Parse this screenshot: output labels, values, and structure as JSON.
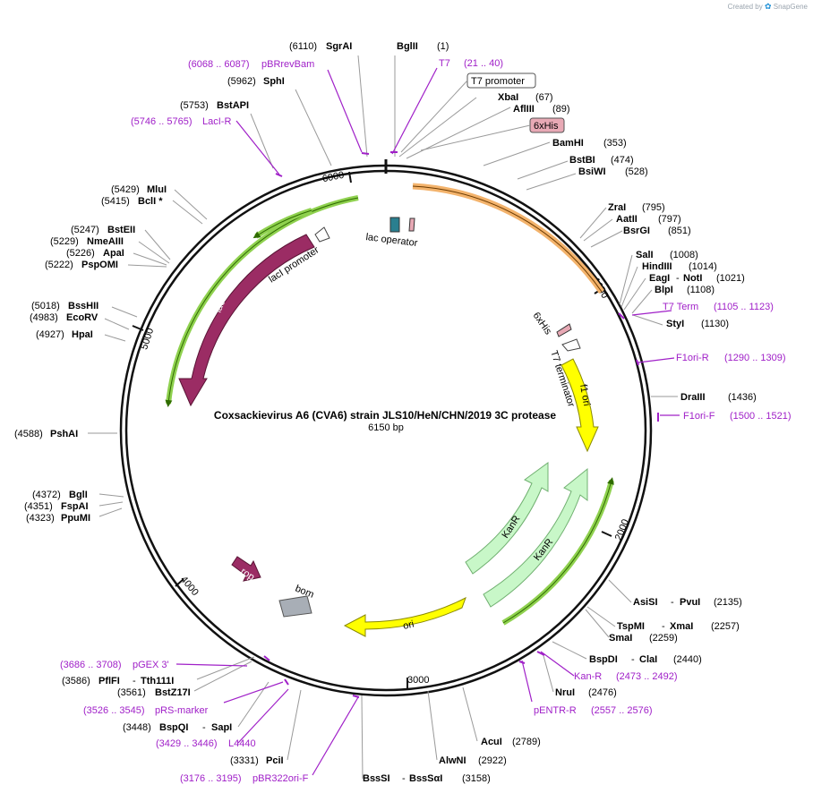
{
  "credit": {
    "prefix": "Created by",
    "brand": "SnapGene"
  },
  "title": "Coxsackievirus A6 (CVA6) strain JLS10/HeN/CHN/2019 3C protease",
  "length_label": "6150 bp",
  "ruler": [
    "1000",
    "2000",
    "3000",
    "4000",
    "5000",
    "6000"
  ],
  "sites": [
    {
      "id": "s1",
      "pos": "(1)",
      "name": "BglII"
    },
    {
      "id": "s2",
      "pos": "(6110)",
      "name": "SgrAI"
    },
    {
      "id": "s3",
      "pos": "(5962)",
      "name": "SphI"
    },
    {
      "id": "s4",
      "pos": "(5753)",
      "name": "BstAPI"
    },
    {
      "id": "s5",
      "pos": "(67)",
      "name": "XbaI"
    },
    {
      "id": "s6",
      "pos": "(89)",
      "name": "AflIII"
    },
    {
      "id": "s7",
      "pos": "(353)",
      "name": "BamHI"
    },
    {
      "id": "s8",
      "pos": "(474)",
      "name": "BstBI"
    },
    {
      "id": "s9",
      "pos": "(528)",
      "name": "BsiWI"
    },
    {
      "id": "s10",
      "pos": "(795)",
      "name": "ZraI"
    },
    {
      "id": "s11",
      "pos": "(797)",
      "name": "AatII"
    },
    {
      "id": "s12",
      "pos": "(851)",
      "name": "BsrGI"
    },
    {
      "id": "s13",
      "pos": "(1008)",
      "name": "SalI"
    },
    {
      "id": "s14",
      "pos": "(1014)",
      "name": "HindIII"
    },
    {
      "id": "s15",
      "pos": "(1021)",
      "name": "EagI",
      "name2": "NotI"
    },
    {
      "id": "s16",
      "pos": "(1108)",
      "name": "BlpI"
    },
    {
      "id": "s17",
      "pos": "(1130)",
      "name": "StyI"
    },
    {
      "id": "s18",
      "pos": "(1436)",
      "name": "DraIII"
    },
    {
      "id": "s19",
      "pos": "(2135)",
      "name": "AsiSI",
      "name2": "PvuI"
    },
    {
      "id": "s20",
      "pos": "(2257)",
      "name": "TspMI",
      "name2": "XmaI"
    },
    {
      "id": "s21",
      "pos": "(2259)",
      "name": "SmaI"
    },
    {
      "id": "s22",
      "pos": "(2440)",
      "name": "BspDI",
      "name2": "ClaI"
    },
    {
      "id": "s23",
      "pos": "(2476)",
      "name": "NruI"
    },
    {
      "id": "s24",
      "pos": "(2789)",
      "name": "AcuI"
    },
    {
      "id": "s25",
      "pos": "(2922)",
      "name": "AlwNI"
    },
    {
      "id": "s26",
      "pos": "(3158)",
      "name": "BssSI",
      "name2": "BssSαI"
    },
    {
      "id": "s27",
      "pos": "(3331)",
      "name": "PciI"
    },
    {
      "id": "s28",
      "pos": "(3448)",
      "name": "BspQI",
      "name2": "SapI"
    },
    {
      "id": "s29",
      "pos": "(3561)",
      "name": "BstZ17I"
    },
    {
      "id": "s30",
      "pos": "(3586)",
      "name": "PflFI",
      "name2": "Tth111I"
    },
    {
      "id": "s31",
      "pos": "(4323)",
      "name": "PpuMI"
    },
    {
      "id": "s32",
      "pos": "(4351)",
      "name": "FspAI"
    },
    {
      "id": "s33",
      "pos": "(4372)",
      "name": "BglI"
    },
    {
      "id": "s34",
      "pos": "(4588)",
      "name": "PshAI"
    },
    {
      "id": "s35",
      "pos": "(4927)",
      "name": "HpaI"
    },
    {
      "id": "s36",
      "pos": "(4983)",
      "name": "EcoRV"
    },
    {
      "id": "s37",
      "pos": "(5018)",
      "name": "BssHII"
    },
    {
      "id": "s38",
      "pos": "(5222)",
      "name": "PspOMI"
    },
    {
      "id": "s39",
      "pos": "(5226)",
      "name": "ApaI"
    },
    {
      "id": "s40",
      "pos": "(5229)",
      "name": "NmeAIII"
    },
    {
      "id": "s41",
      "pos": "(5247)",
      "name": "BstEII"
    },
    {
      "id": "s42",
      "pos": "(5415)",
      "name": "BclI *"
    },
    {
      "id": "s43",
      "pos": "(5429)",
      "name": "MluI"
    }
  ],
  "primers": [
    {
      "id": "p1",
      "name": "pBRrevBam",
      "range": "(6068 .. 6087)"
    },
    {
      "id": "p2",
      "name": "T7",
      "range": "(21 .. 40)"
    },
    {
      "id": "p3",
      "name": "LacI-R",
      "range": "(5746 .. 5765)"
    },
    {
      "id": "p4",
      "name": "T7 Term",
      "range": "(1105 .. 1123)"
    },
    {
      "id": "p5",
      "name": "F1ori-R",
      "range": "(1290 .. 1309)"
    },
    {
      "id": "p6",
      "name": "F1ori-F",
      "range": "(1500 .. 1521)"
    },
    {
      "id": "p7",
      "name": "Kan-R",
      "range": "(2473 .. 2492)"
    },
    {
      "id": "p8",
      "name": "pENTR-R",
      "range": "(2557 .. 2576)"
    },
    {
      "id": "p9",
      "name": "pGEX 3'",
      "range": "(3686 .. 3708)"
    },
    {
      "id": "p10",
      "name": "pRS-marker",
      "range": "(3526 .. 3545)"
    },
    {
      "id": "p11",
      "name": "L4440",
      "range": "(3429 .. 3446)"
    },
    {
      "id": "p12",
      "name": "pBR322ori-F",
      "range": "(3176 .. 3195)"
    }
  ],
  "boxed_features": {
    "t7_promoter": "T7 promoter",
    "his_tag": "6xHis"
  },
  "features": {
    "lac_operator": "lac operator",
    "laci_promoter": "lacI promoter",
    "laci": "lacI",
    "his_inner": "6xHis",
    "t7_terminator": "T7 terminator",
    "f1_ori": "f1 ori",
    "kanr1": "KanR",
    "kanr2": "KanR",
    "rop": "rop",
    "bom": "bom",
    "ori": "ori"
  },
  "colors": {
    "ring": "#111111",
    "site_line": "#9a9a9a",
    "primer": "#a020c8",
    "laci": "#9b2c64",
    "lac_operator": "#2a7f8f",
    "insert_orange": "#f3b36c",
    "insert_orange_line": "#6b3a00",
    "green_stroke": "#8fd14f",
    "green_line": "#2f6b00",
    "f1_yellow": "#ffff00",
    "kanr_fill": "#c8f7c8",
    "kanr_stroke": "#70b070",
    "bom_gray": "#a8aeb6",
    "his_pink": "#e8a9b5"
  }
}
